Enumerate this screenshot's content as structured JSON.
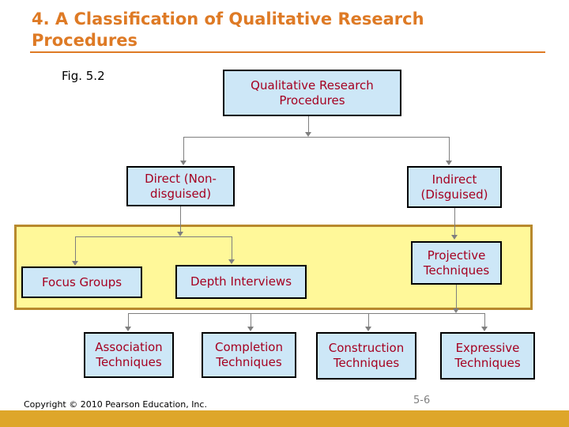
{
  "slide": {
    "title": "4. A Classification of Qualitative Research Procedures",
    "figure_label": "Fig. 5.2",
    "footer": {
      "copyright": "Copyright © 2010 Pearson Education, Inc.",
      "page_number": "5-6"
    }
  },
  "diagram": {
    "type": "tree",
    "root": {
      "label": "Qualitative Research Procedures"
    },
    "direct": {
      "label": "Direct (Non-disguised)"
    },
    "indirect": {
      "label": "Indirect (Disguised)"
    },
    "focus_groups": {
      "label": "Focus Groups"
    },
    "depth_interviews": {
      "label": "Depth Interviews"
    },
    "projective": {
      "label": "Projective Techniques"
    },
    "association": {
      "label": "Association Techniques"
    },
    "completion": {
      "label": "Completion Techniques"
    },
    "construction": {
      "label": "Construction Techniques"
    },
    "expressive": {
      "label": "Expressive Techniques"
    },
    "edges": [
      [
        "Qualitative Research Procedures",
        "Direct (Non-disguised)"
      ],
      [
        "Qualitative Research Procedures",
        "Indirect (Disguised)"
      ],
      [
        "Direct (Non-disguised)",
        "Focus Groups"
      ],
      [
        "Direct (Non-disguised)",
        "Depth Interviews"
      ],
      [
        "Indirect (Disguised)",
        "Projective Techniques"
      ],
      [
        "Projective Techniques",
        "Association Techniques"
      ],
      [
        "Projective Techniques",
        "Completion Techniques"
      ],
      [
        "Projective Techniques",
        "Construction Techniques"
      ],
      [
        "Projective Techniques",
        "Expressive Techniques"
      ]
    ],
    "highlighted_nodes": [
      "Focus Groups",
      "Depth Interviews",
      "Projective Techniques"
    ]
  },
  "colors": {
    "title_orange": "#DE7A25",
    "node_fill": "#CDE7F7",
    "node_border": "#000000",
    "node_text": "#A50021",
    "highlight_fill": "#FFF899",
    "highlight_border": "#B8892D",
    "connector_gray": "#7F7F7F",
    "footer_bar_gold": "#DEA62A",
    "page_number_gray": "#808080"
  }
}
